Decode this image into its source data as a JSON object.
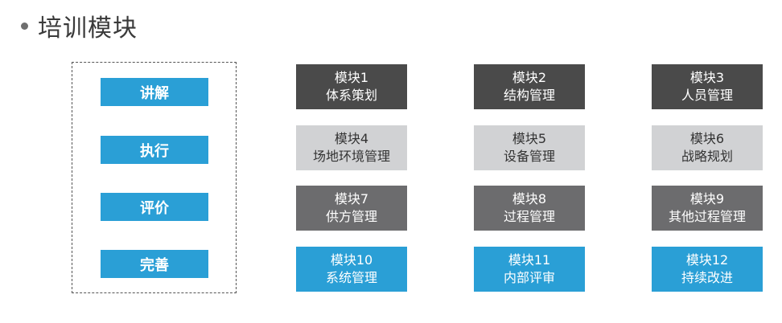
{
  "title": "培训模块",
  "phases": [
    "讲解",
    "执行",
    "评价",
    "完善"
  ],
  "modules": [
    {
      "name": "模块1",
      "desc": "体系策划",
      "style": "dark"
    },
    {
      "name": "模块2",
      "desc": "结构管理",
      "style": "dark"
    },
    {
      "name": "模块3",
      "desc": "人员管理",
      "style": "dark"
    },
    {
      "name": "模块4",
      "desc": "场地环境管理",
      "style": "light"
    },
    {
      "name": "模块5",
      "desc": "设备管理",
      "style": "light"
    },
    {
      "name": "模块6",
      "desc": "战略规划",
      "style": "light"
    },
    {
      "name": "模块7",
      "desc": "供方管理",
      "style": "mid"
    },
    {
      "name": "模块8",
      "desc": "过程管理",
      "style": "mid"
    },
    {
      "name": "模块9",
      "desc": "其他过程管理",
      "style": "mid"
    },
    {
      "name": "模块10",
      "desc": "系统管理",
      "style": "blue"
    },
    {
      "name": "模块11",
      "desc": "内部评审",
      "style": "blue"
    },
    {
      "name": "模块12",
      "desc": "持续改进",
      "style": "blue"
    }
  ],
  "colors": {
    "dark": "#4a4a4a",
    "light": "#d1d2d4",
    "mid": "#6c6c6e",
    "blue": "#2a9fd6"
  }
}
